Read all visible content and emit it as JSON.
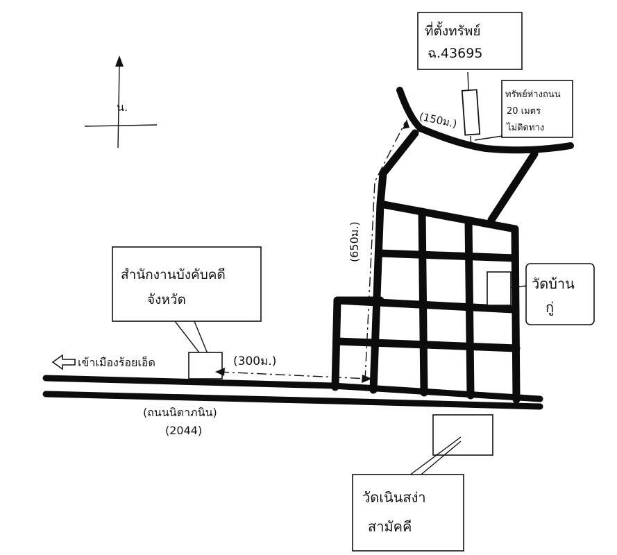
{
  "compass": {
    "north_label": "น."
  },
  "landmarks": {
    "property": {
      "line1": "ที่ตั้งทรัพย์",
      "line2": "ฉ.43695"
    },
    "access_note": {
      "line1": "ทรัพย์ห่างถนน",
      "line2": "20 เมตร",
      "line3": "ไม่ติดทาง"
    },
    "temple_north": {
      "line1": "วัดบ้าน",
      "line2": "กู่"
    },
    "office": {
      "line1": "สำนักงานบังคับคดี",
      "line2": "จังหวัด"
    },
    "temple_south": {
      "line1": "วัดเนินสง่า",
      "line2": "สามัคคี"
    }
  },
  "directions": {
    "to_city": "เข้าเมืองร้อยเอ็ด"
  },
  "road": {
    "name": "(ถนนนิตาภนิน)",
    "number": "(2044)"
  },
  "distances": {
    "d150": "(150ม.)",
    "d650": "(650ม.)",
    "d300": "(300ม.)"
  },
  "colors": {
    "ink": "#111111",
    "paper": "#ffffff"
  }
}
